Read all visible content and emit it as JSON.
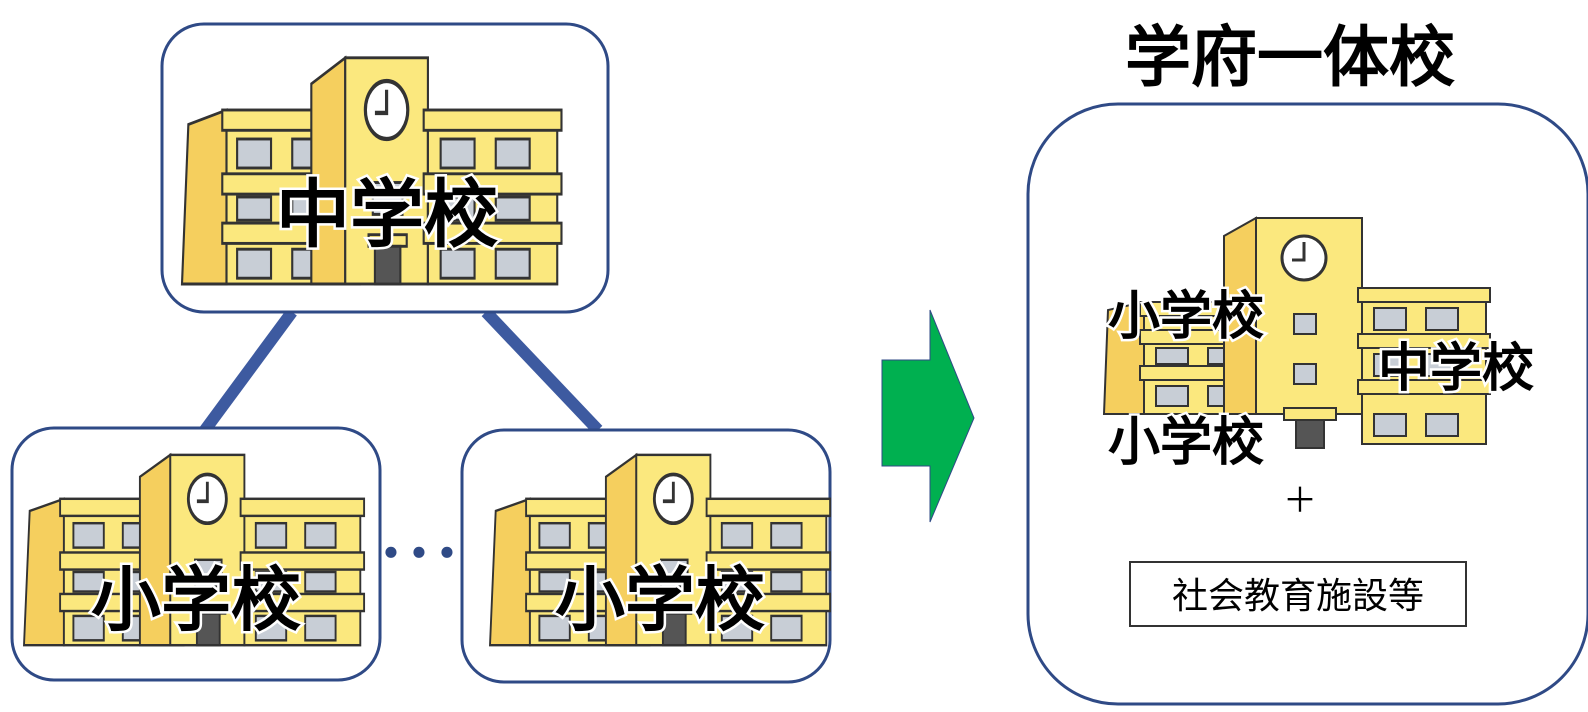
{
  "before": {
    "junior_high_label": "中学校",
    "elementary_label_left": "小学校",
    "elementary_label_right": "小学校",
    "ellipsis": "･･･"
  },
  "after": {
    "title": "学府一体校",
    "elementary_label_top": "小学校",
    "elementary_label_bottom": "小学校",
    "junior_high_label": "中学校",
    "plus": "＋",
    "facilities_label": "社会教育施設等"
  },
  "colors": {
    "building_fill": "#fbe87e",
    "building_shade": "#f5cf5e",
    "window": "#c8ced6",
    "outline": "#333333",
    "box_border": "#2f4a86",
    "connector": "#3d5aa0",
    "arrow": "#00b050"
  }
}
